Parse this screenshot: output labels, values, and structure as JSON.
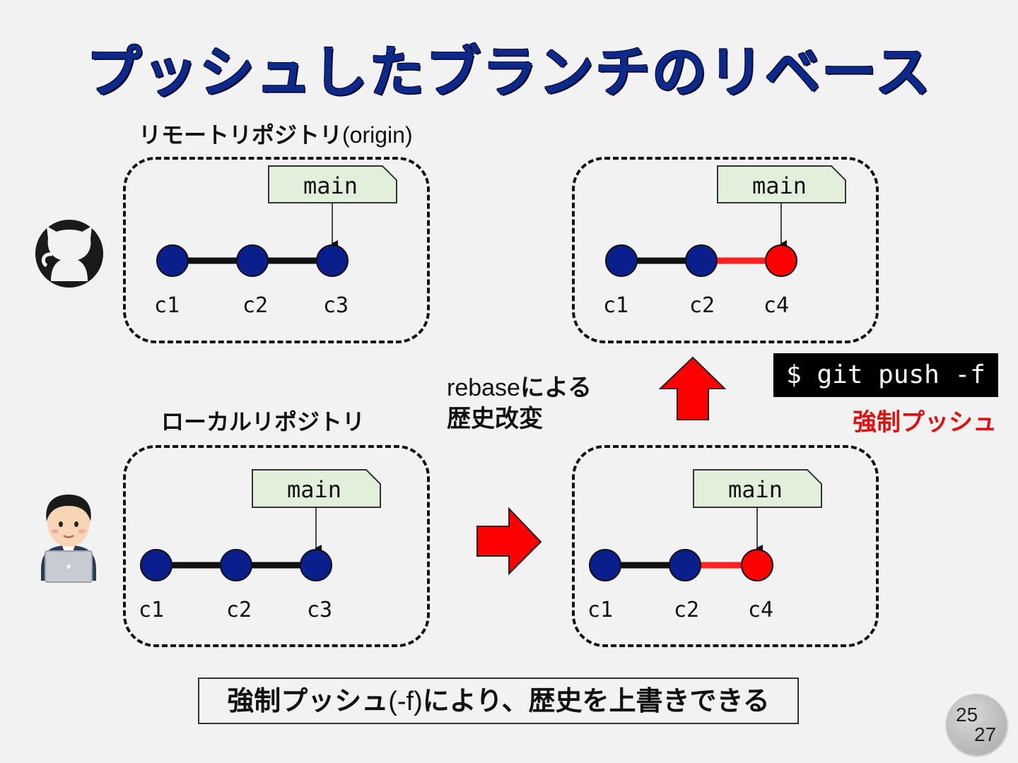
{
  "title": "プッシュしたブランチのリベース",
  "remote_label": {
    "jp": "リモートリポジトリ",
    "latin": "(origin)"
  },
  "local_label": "ローカルリポジトリ",
  "branch_name": "main",
  "commits_before": [
    "c1",
    "c2",
    "c3"
  ],
  "commits_after": [
    "c1",
    "c2",
    "c4"
  ],
  "rebase_label": {
    "latin": "rebase",
    "jp1": "による",
    "line2": "歴史改変"
  },
  "command": "$ git push -f",
  "force_push_label": "強制プッシュ",
  "note": {
    "part1": "強制プッシュ",
    "latin": "(-f)",
    "part2": "により、歴史を上書きできる"
  },
  "page": {
    "current": "25",
    "total": "27"
  },
  "colors": {
    "commit": "#0a1e8c",
    "new_commit": "#ff0000",
    "new_edge": "#ff2020",
    "branch_tag": "#e2efda",
    "arrow": "#ff0000",
    "title": "#0d2a8a"
  },
  "icons": {
    "remote": "github-octocat-icon",
    "local": "developer-with-laptop-icon"
  }
}
